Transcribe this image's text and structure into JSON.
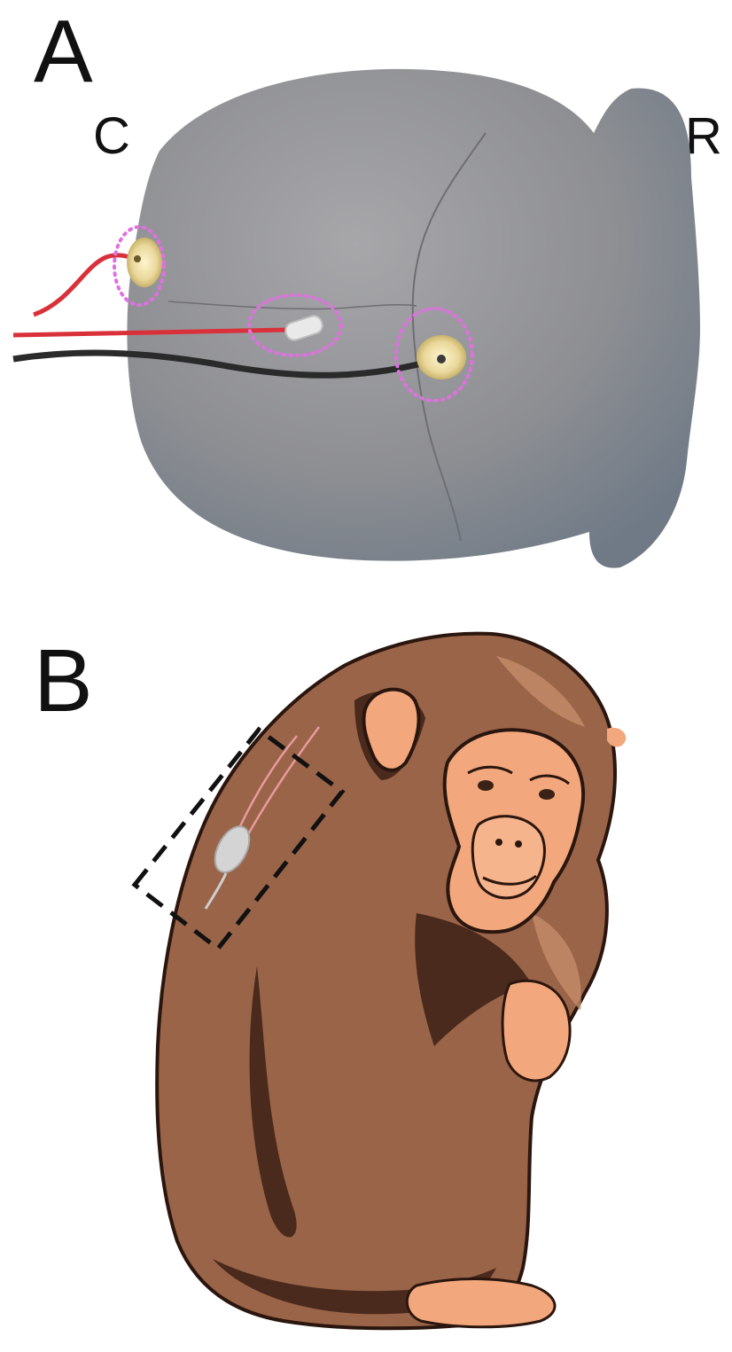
{
  "panel_a": {
    "letter": "A",
    "caudal_label": "C",
    "rostral_label": "R",
    "skull_color": "#8f8f93",
    "marker_color": "#e070e0",
    "electrode_color": "#ead9a0",
    "wire_red": "#d9303a",
    "wire_black": "#2a2a2a"
  },
  "panel_b": {
    "letter": "B",
    "fur_color": "#9a6448",
    "skin_color": "#f2a77c",
    "shadow_color": "#4a2a1c",
    "callout_color": "#111111"
  }
}
